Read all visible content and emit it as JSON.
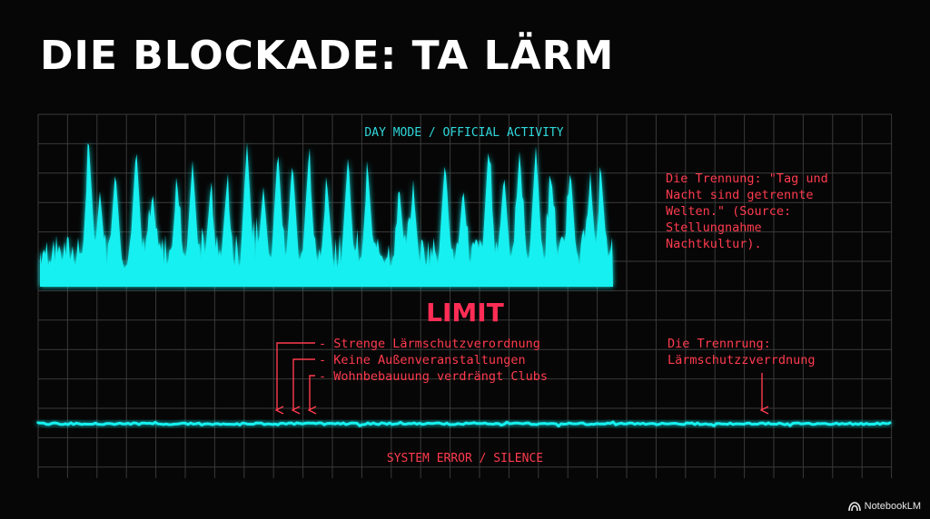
{
  "slide": {
    "title": "DIE BLOCKADE: TA LÄRM"
  },
  "day_panel": {
    "label": "DAY MODE / OFFICIAL ACTIVITY",
    "annotation_lines": [
      "Die Trennung: \"Tag und",
      "Nacht sind getrennte",
      "Welten.\" (Source:",
      "Stellungnahme",
      "Nachtkultur)."
    ]
  },
  "limit_label": "LIMIT",
  "night_panel": {
    "causes": [
      "- Strenge Lärmschutzverordnung",
      "- Keine Außenveranstaltungen",
      "- Wohnbebauuung verdrängt Clubs"
    ],
    "annotation_lines": [
      "Die Trennrung:",
      "Lärmschutzzverrdnung"
    ],
    "label": "SYSTEM ERROR / SILENCE"
  },
  "branding": {
    "label": "NotebookLM",
    "icon": "notebooklm-logo-icon"
  },
  "colors": {
    "background": "#060606",
    "cyan": "#19f0f0",
    "limit_red": "#ff2d55",
    "annotation_red": "#ff3b4e",
    "label_cyan": "#2fd8dc",
    "grid": "#3a3a3a"
  }
}
